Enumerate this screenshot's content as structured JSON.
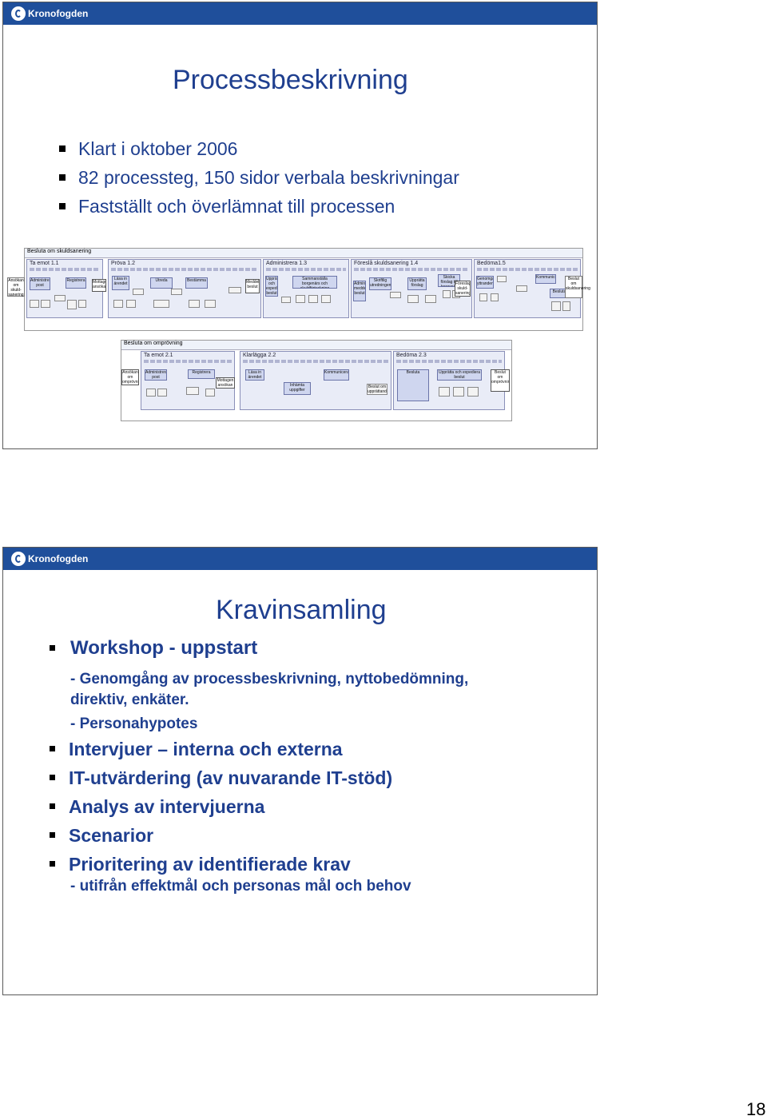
{
  "slide1": {
    "logo": "Kronofogden",
    "title": "Processbeskrivning",
    "bullets": [
      "Klart i oktober 2006",
      "82 processteg, 150 sidor verbala beskrivningar",
      "Fastställt och överlämnat till processen"
    ],
    "process1": {
      "header": "Besluta om skuldsanering",
      "phases": [
        "Ta emot 1.1",
        "Pröva 1.2",
        "Administrera 1.3",
        "Föreslå skuldsanering 1.4",
        "Bedöma1.5"
      ],
      "start": "Ansökan om skuld-sanering",
      "end": "Beslut om skuldsanering",
      "boxes": [
        "Administrera post",
        "Registrera",
        "Mottagen ansökan",
        "Läsa in ärendet",
        "Utreda",
        "Bestämma",
        "Meddela beslut",
        "Upprätta och expediera beslut",
        "Sammanställa borgenärs och skuldförteckning",
        "Administrera meddela beslut",
        "Skriftlig utredningen",
        "Upprätta förslag",
        "Skicka förslag till borgenär",
        "Föreslaget skuld-sanering",
        "Genomgå yttranden",
        "Kommunicera",
        "Besluta"
      ]
    },
    "process2": {
      "header": "Besluta om omprövning",
      "phases": [
        "Ta emot 2.1",
        "Klarlägga 2.2",
        "Bedöma 2.3"
      ],
      "start": "Ansökan om omprövning",
      "end": "Beslut om omprövning",
      "boxes": [
        "Administrera post",
        "Registrera",
        "Mottagen ansökan",
        "Läsa in ärendet",
        "Inhämta uppgifter",
        "Kommunicera",
        "Beslut om upprättande",
        "Besluta",
        "Upprätta och expediera beslut"
      ]
    }
  },
  "slide2": {
    "logo": "Kronofogden",
    "title": "Kravinsamling",
    "subtitle": "Workshop - uppstart",
    "sub_items": [
      "- Genomgång av processbeskrivning,  nyttobedömning,",
      "direktiv, enkäter.",
      "- Personahypotes"
    ],
    "bullets": [
      "Intervjuer – interna och externa",
      "IT-utvärdering (av nuvarande IT-stöd)",
      "Analys av intervjuerna",
      "Scenarior",
      "Prioritering av identifierade krav"
    ],
    "last_sub": "- utifrån effektmål och personas mål och behov"
  },
  "page_number": "18"
}
